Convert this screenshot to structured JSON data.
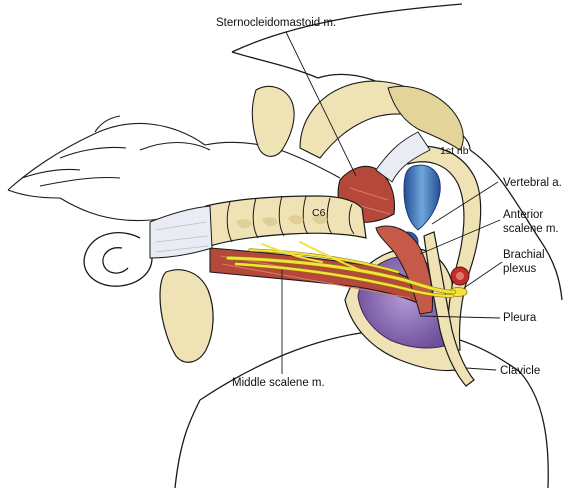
{
  "labels": {
    "sternocleidomastoid": "Sternocleidomastoid m.",
    "first_rib": "1st rib",
    "vertebral_artery": "Vertebral a.",
    "c6": "C6",
    "anterior_scalene_line1": "Anterior",
    "anterior_scalene_line2": "scalene m.",
    "brachial_plexus_line1": "Brachial",
    "brachial_plexus_line2": "plexus",
    "pleura": "Pleura",
    "clavicle": "Clavicle",
    "middle_scalene": "Middle scalene m."
  },
  "colors": {
    "bone": "#efe3b6",
    "bone_shade": "#d9c78a",
    "muscle": "#b5483a",
    "muscle_light": "#d77b68",
    "tendon": "#e9ecf2",
    "nerve": "#f3e23a",
    "vein": "#2f63b0",
    "vein_light": "#7fb0dc",
    "artery": "#c0302a",
    "pleura": "#8d6fb3",
    "outline": "#1a1a1a"
  }
}
